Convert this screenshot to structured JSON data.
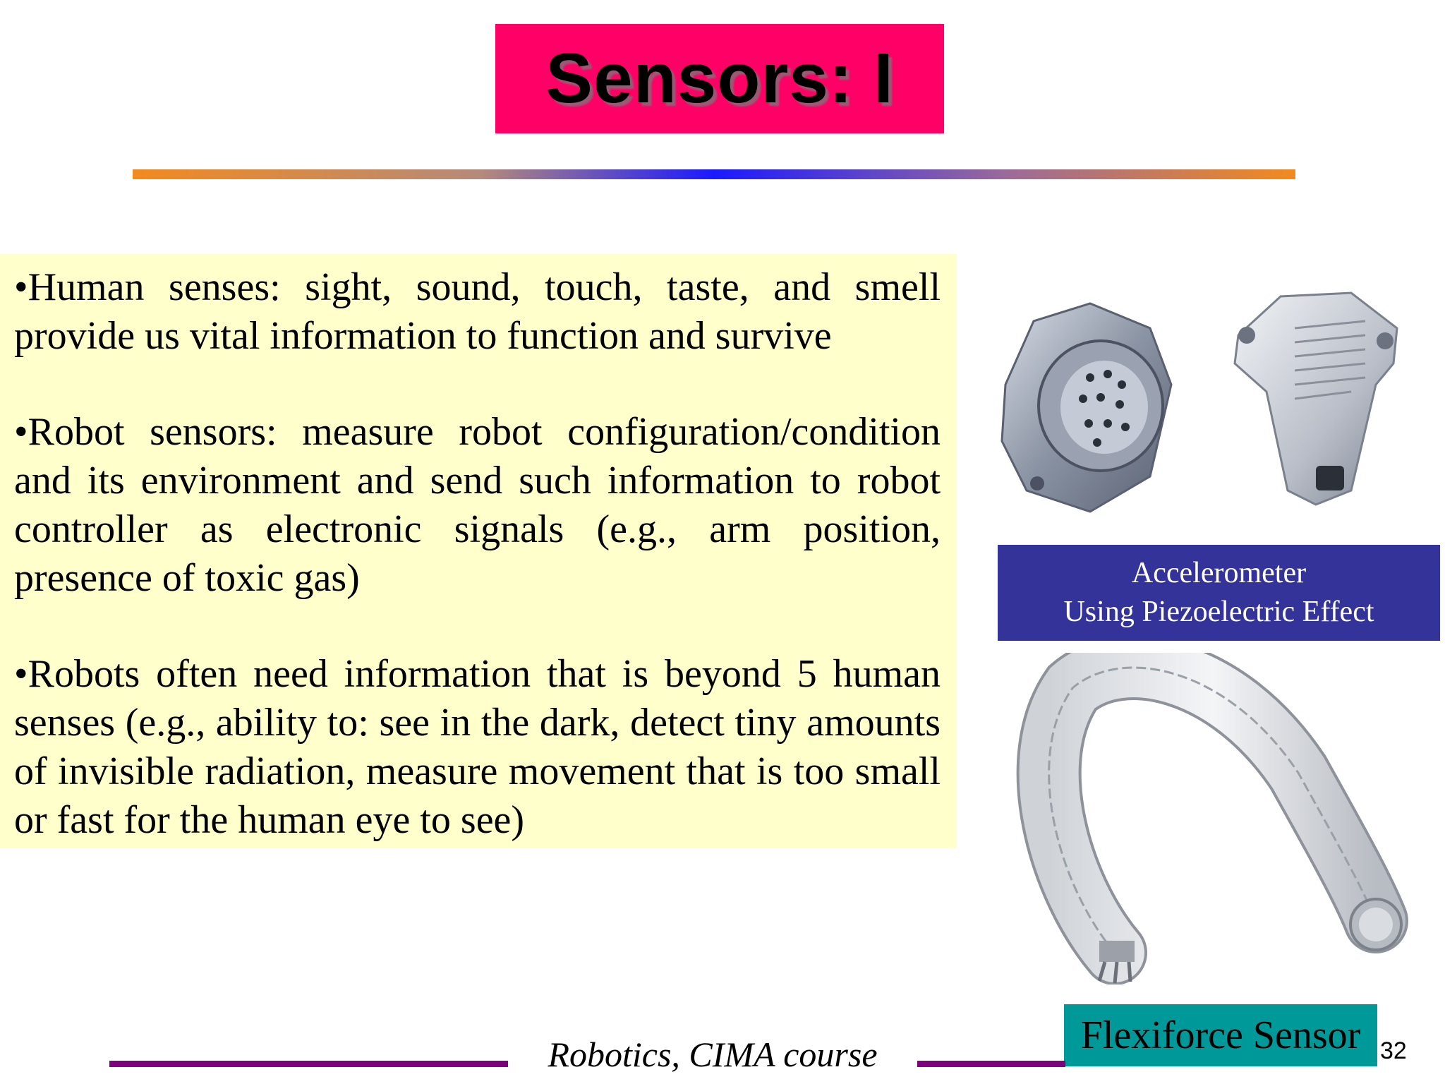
{
  "slide": {
    "title": "Sensors: I",
    "bullets": [
      "•Human senses: sight, sound, touch, taste, and smell provide us vital information to function and survive",
      "•Robot sensors: measure robot configuration/condition and its environment and send such information to robot controller as electronic signals (e.g., arm position, presence of toxic gas)",
      "•Robots often need information that is beyond 5 human senses (e.g., ability to: see in the dark, detect tiny amounts of invisible radiation, measure movement that is too small or fast for the human eye to see)"
    ],
    "accelerometer_caption": {
      "line1": "Accelerometer",
      "line2": "Using Piezoelectric Effect"
    },
    "flexiforce_caption": "Flexiforce Sensor",
    "footer": "Robotics, CIMA course",
    "page_number": "32"
  },
  "colors": {
    "title_bg": "#ff0066",
    "text_panel_bg": "#ffffcc",
    "accel_caption_bg": "#333399",
    "flexi_caption_bg": "#009999",
    "footer_line": "#800080"
  }
}
